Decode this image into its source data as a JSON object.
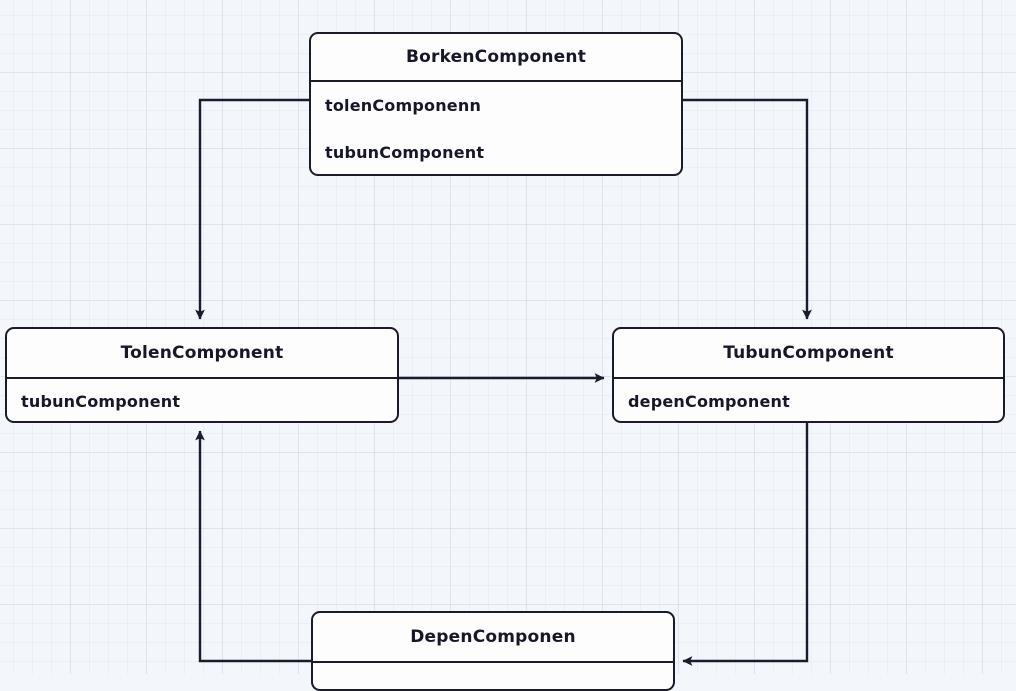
{
  "diagram": {
    "type": "component-dependency-diagram",
    "background_color": "#f3f6fa",
    "line_color": "#1b1b2b",
    "node_fill": "#fdfdfd",
    "text_color": "#17172a",
    "nodes": [
      {
        "id": "borken",
        "title": "BorkenComponent",
        "rows": [
          "tolenComponenn",
          "tubunComponent"
        ]
      },
      {
        "id": "tolen",
        "title": "TolenComponent",
        "rows": [
          "tubunComponent"
        ]
      },
      {
        "id": "tubun",
        "title": "TubunComponent",
        "rows": [
          "depenComponent"
        ]
      },
      {
        "id": "depen",
        "title": "DepenComponen",
        "rows": [
          ""
        ]
      }
    ],
    "edges": [
      {
        "id": "borken-to-tolen",
        "from": "borken",
        "to": "tolen",
        "arrow": "down"
      },
      {
        "id": "borken-to-tubun",
        "from": "borken",
        "to": "tubun",
        "arrow": "down"
      },
      {
        "id": "tolen-to-tubun",
        "from": "tolen",
        "to": "tubun",
        "arrow": "right"
      },
      {
        "id": "depen-to-tolen",
        "from": "depen",
        "to": "tolen",
        "arrow": "up"
      },
      {
        "id": "tubun-to-depen",
        "from": "tubun",
        "to": "depen",
        "arrow": "left"
      }
    ]
  }
}
